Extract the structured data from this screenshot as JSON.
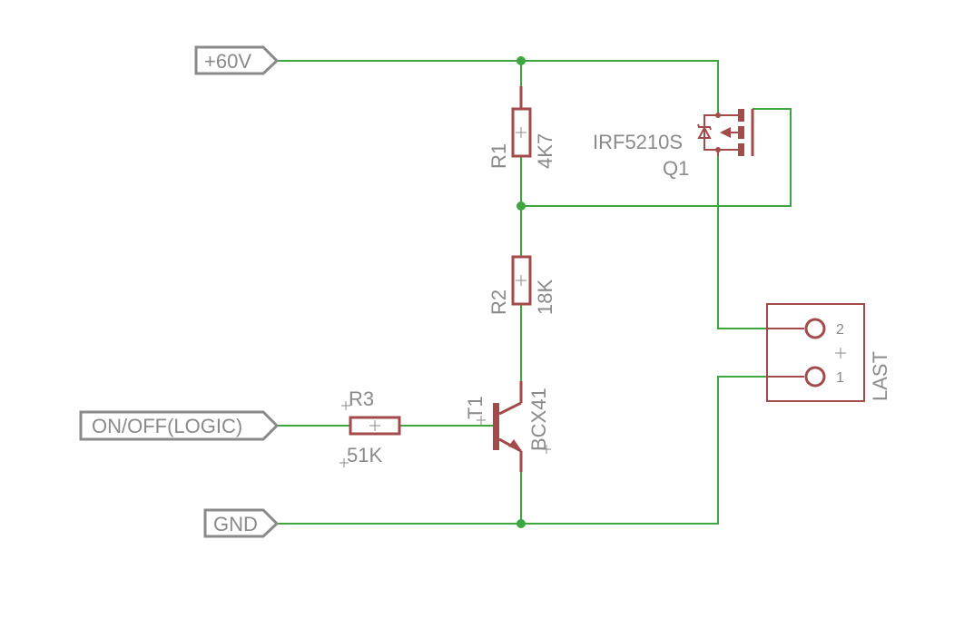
{
  "ports": {
    "vcc": "+60V",
    "logic": "ON/OFF(LOGIC)",
    "gnd": "GND"
  },
  "r1": {
    "name": "R1",
    "value": "4K7"
  },
  "r2": {
    "name": "R2",
    "value": "18K"
  },
  "r3": {
    "name": "R3",
    "value": "51K"
  },
  "q1": {
    "part": "IRF5210S",
    "name": "Q1"
  },
  "t1": {
    "name": "T1",
    "part": "BCX41"
  },
  "connector": {
    "name": "LAST",
    "pin2": "2",
    "pin1": "1"
  },
  "colors": {
    "wire": "#3ea63e",
    "component": "#a34a4a",
    "label": "#8a8a8a"
  }
}
